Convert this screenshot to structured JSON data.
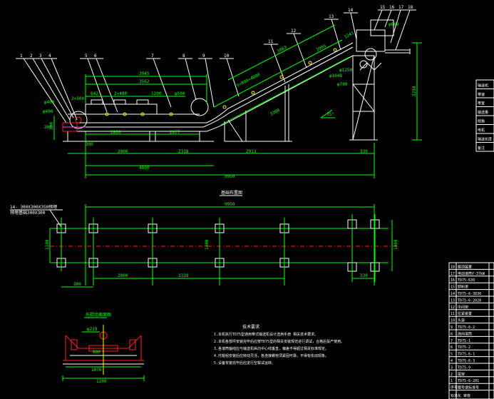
{
  "balloons": [
    "1",
    "2",
    "3",
    "4",
    "5",
    "6",
    "7",
    "8",
    "9",
    "10",
    "11",
    "12",
    "13",
    "14",
    "15",
    "16",
    "17",
    "18"
  ],
  "elevation": {
    "dims_top": [
      "3945",
      "3562",
      "642",
      "2×480",
      "1200",
      "2×500",
      "φ400",
      "φ500",
      "300"
    ],
    "dims_bottom": [
      "2800",
      "2077",
      "2000",
      "2318",
      "2913",
      "300",
      "330",
      "4800",
      "9950"
    ],
    "dims_incline": [
      "3863",
      "3995",
      "φ1048",
      "φ1250",
      "1241",
      "φ700",
      "5×800=4000",
      "3300"
    ],
    "dims_right": [
      "φ600",
      "3250"
    ],
    "dims_left": [
      "300",
      "φ400"
    ],
    "angle": "35°"
  },
  "plan": {
    "title": "基础布置图",
    "note_line1": "14- 300X300X350预埋",
    "note_line2": "预埋基础300X300",
    "dim_top": "9950",
    "dims_bottom": [
      "2800",
      "2318",
      "300",
      "330"
    ],
    "dims_side": [
      "1100",
      "1400",
      "1460"
    ]
  },
  "section": {
    "title": "托辊组截面图",
    "dims": [
      "φ219",
      "800",
      "1070",
      "1200"
    ]
  },
  "tech": {
    "title": "技术要求",
    "items": [
      "1.本机执行TD75型通用带式输送机设计选用手册 相关技术要求。",
      "2.本机各部件安装完毕后应按TD75型的相关安装规范进行调试，合格后投产使用。",
      "3.各滚筒轴线应与输送机纵向中心线垂直，偏差不得超过相关标准规定。",
      "4.托辊组安装后应转动灵活，各连接螺栓须紧固可靠，不得有松动现象。",
      "5.设备安装完毕后应进行空载试运转。"
    ]
  },
  "bom": {
    "rows": [
      {
        "no": "18",
        "name": "驱动装置"
      },
      {
        "no": "17",
        "name": "电动滚筒Y-37kW"
      },
      {
        "no": "16",
        "name": "TD75-630"
      },
      {
        "no": "15",
        "name": "卸料罩"
      },
      {
        "no": "14",
        "name": "TD75-6-3030"
      },
      {
        "no": "13",
        "name": "TD75-6-2028"
      },
      {
        "no": "12",
        "name": "中间架"
      },
      {
        "no": "11",
        "name": "拉紧装置"
      },
      {
        "no": "10",
        "name": "头架"
      },
      {
        "no": "9",
        "name": "TD75-6-2"
      },
      {
        "no": "8",
        "name": "改向滚筒"
      },
      {
        "no": "7",
        "name": "TD75-1"
      },
      {
        "no": "6",
        "name": "TD75-2"
      },
      {
        "no": "5",
        "name": "TD75-6-1"
      },
      {
        "no": "4",
        "name": "TD75-6-3"
      },
      {
        "no": "3",
        "name": "TD75-9"
      },
      {
        "no": "2",
        "name": "尾架"
      },
      {
        "no": "1",
        "name": "TD75-6-201"
      },
      {
        "no": "序号",
        "name": "图号或标准号"
      }
    ],
    "footer": "标准化 审核"
  },
  "legend_box": {
    "rows": [
      "输送机",
      "带速",
      "带宽",
      "输送量",
      "倾角",
      "电机",
      "输送长度",
      "备注"
    ]
  }
}
